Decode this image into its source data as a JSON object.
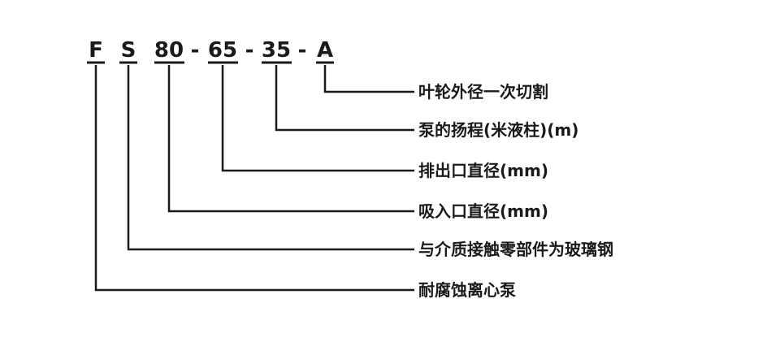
{
  "code_segments": [
    {
      "text": "F"
    },
    {
      "text": "S"
    },
    {
      "text": "80"
    },
    {
      "text": "65"
    },
    {
      "text": "35"
    },
    {
      "text": "A"
    }
  ],
  "separator": "-",
  "descriptions": [
    {
      "segment": 5,
      "text": "叶轮外径一次切割"
    },
    {
      "segment": 4,
      "text": "泵的扬程(米液柱)(m)"
    },
    {
      "segment": 3,
      "text": "排出口直径(mm)"
    },
    {
      "segment": 2,
      "text": "吸入口直径(mm)"
    },
    {
      "segment": 1,
      "text": "与介质接触零部件为玻璃钢"
    },
    {
      "segment": 0,
      "text": "耐腐蚀离心泵"
    }
  ]
}
